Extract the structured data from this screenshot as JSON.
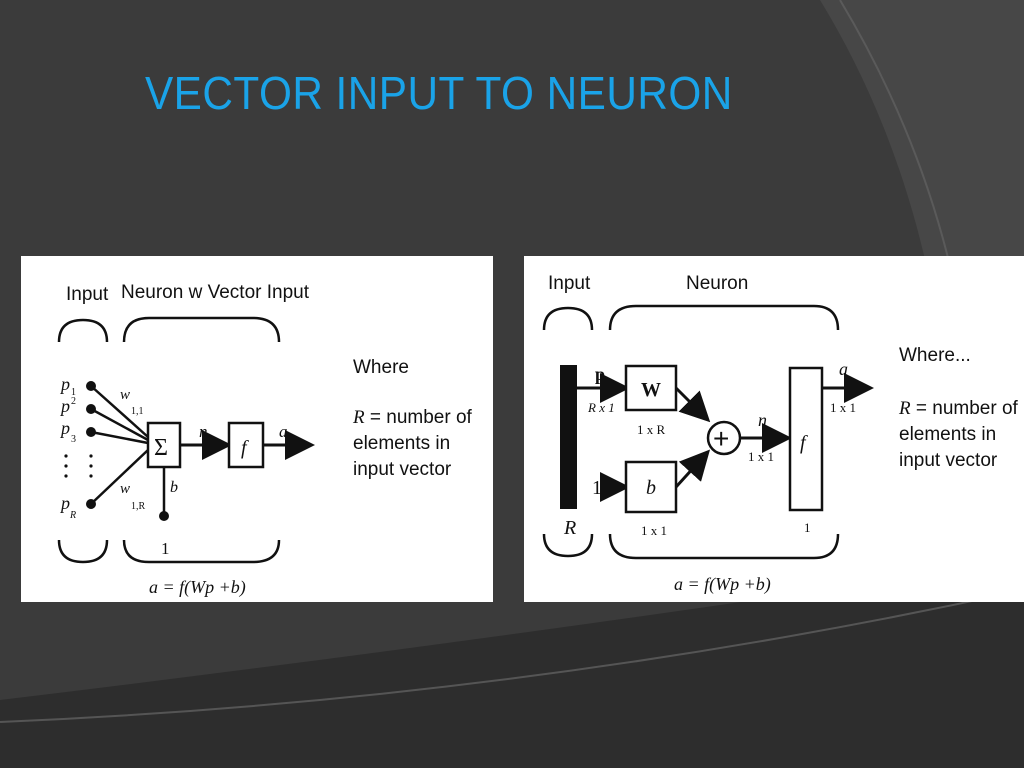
{
  "slide": {
    "title": "VECTOR INPUT TO NEURON"
  },
  "left_diagram": {
    "input_label": "Input",
    "neuron_label": "Neuron w Vector Input",
    "inputs": [
      "p",
      "p",
      "p",
      "p"
    ],
    "input_subs": [
      "1",
      "2",
      "3",
      "R"
    ],
    "weight_first": "w",
    "weight_first_sub": "1,1",
    "weight_last": "w",
    "weight_last_sub": "1,R",
    "sum_symbol": "Σ",
    "net_label": "n",
    "func_label": "f",
    "output_label": "a",
    "bias_label": "b",
    "bias_value": "1",
    "where_title": "Where",
    "where_line1_var": "R",
    "where_line1_rest": " = number of",
    "where_line2": "elements in",
    "where_line3": "input vector",
    "equation": "a = f(Wp +b)"
  },
  "right_diagram": {
    "input_label": "Input",
    "neuron_label": "Neuron",
    "p_label": "p",
    "p_dim": "R x 1",
    "W_label": "W",
    "W_dim": "1 x R",
    "one_label": "1",
    "b_label": "b",
    "b_dim": "1 x 1",
    "R_label": "R",
    "plus_symbol": "+",
    "n_label": "n",
    "n_dim": "1 x 1",
    "f_label": "f",
    "f_dim": "1",
    "a_label": "a",
    "a_dim": "1 x 1",
    "where_title": "Where...",
    "where_line1_var": "R",
    "where_line1_rest": " = number of",
    "where_line2": "elements in",
    "where_line3": "input vector",
    "equation": "a = f(Wp +b)"
  }
}
